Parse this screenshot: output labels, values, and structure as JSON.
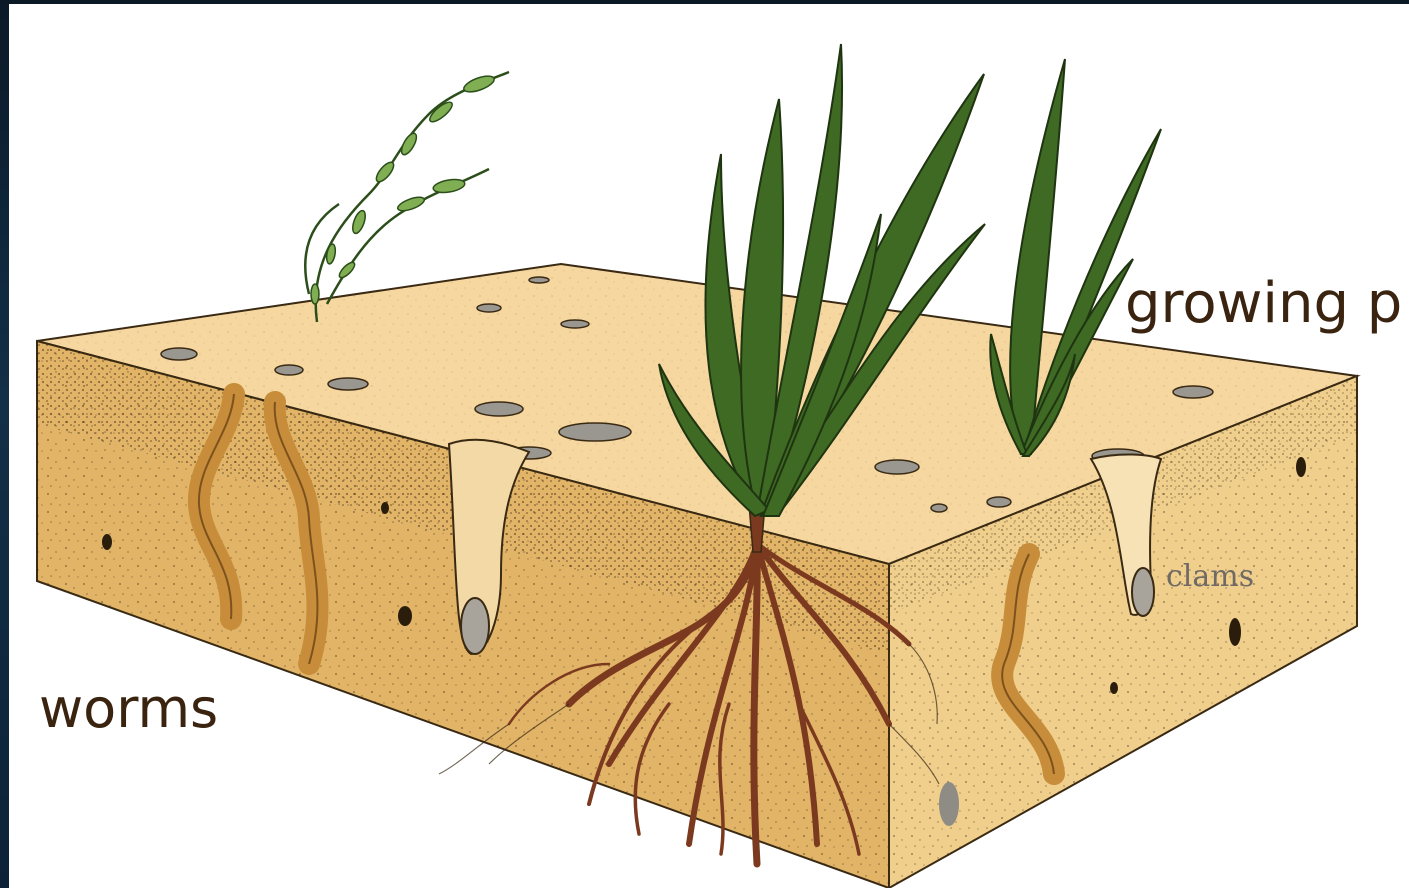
{
  "labels": {
    "growing": "growing p",
    "worms": "worms",
    "clams": "clams"
  },
  "colors": {
    "sand_top": "#f5d79f",
    "sand_front": "#e2b467",
    "sand_side": "#f0cf8d",
    "worm": "#c78d3a",
    "root": "#7b3a1f",
    "leaf": "#3f6a24",
    "leaf_light": "#7fae53",
    "clam_shell": "#a9a49b"
  }
}
